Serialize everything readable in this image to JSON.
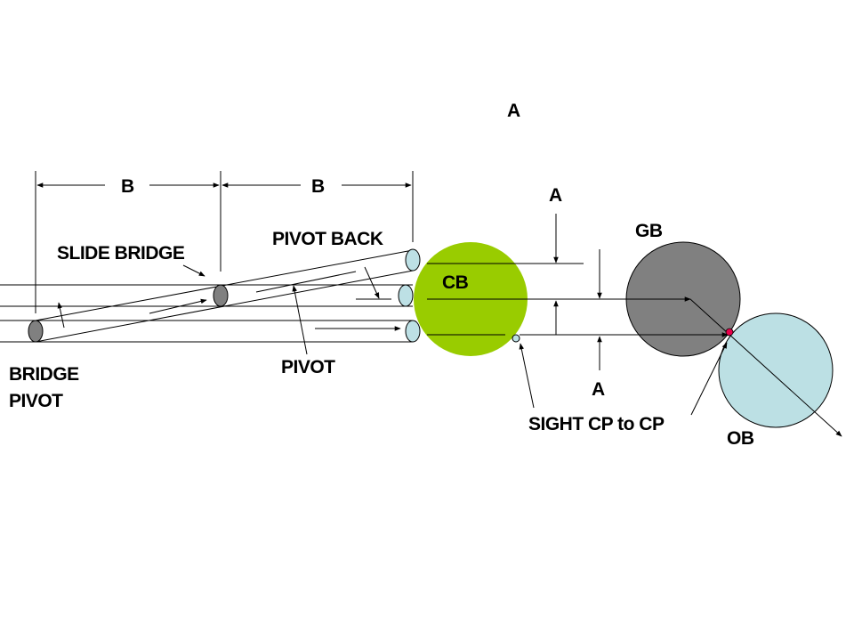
{
  "diagram": {
    "title_label": "A",
    "dimension_labels": {
      "b_left": "B",
      "b_right": "B",
      "a_top": "A",
      "a_bottom": "A"
    },
    "labels": {
      "slide_bridge": "SLIDE BRIDGE",
      "pivot_back": "PIVOT BACK",
      "bridge_line1": "BRIDGE",
      "bridge_line2": "PIVOT",
      "pivot": "PIVOT",
      "cue_ball": "CB",
      "ghost_ball": "GB",
      "object_ball": "OB",
      "sight": "SIGHT CP to CP"
    },
    "colors": {
      "cue_ball": "#99cc00",
      "ghost_ball": "#808080",
      "object_ball": "#bce0e4",
      "bridge_ellipse": "#808080",
      "tip_ellipse": "#bde0e5",
      "contact_point": "#e8004a"
    }
  }
}
